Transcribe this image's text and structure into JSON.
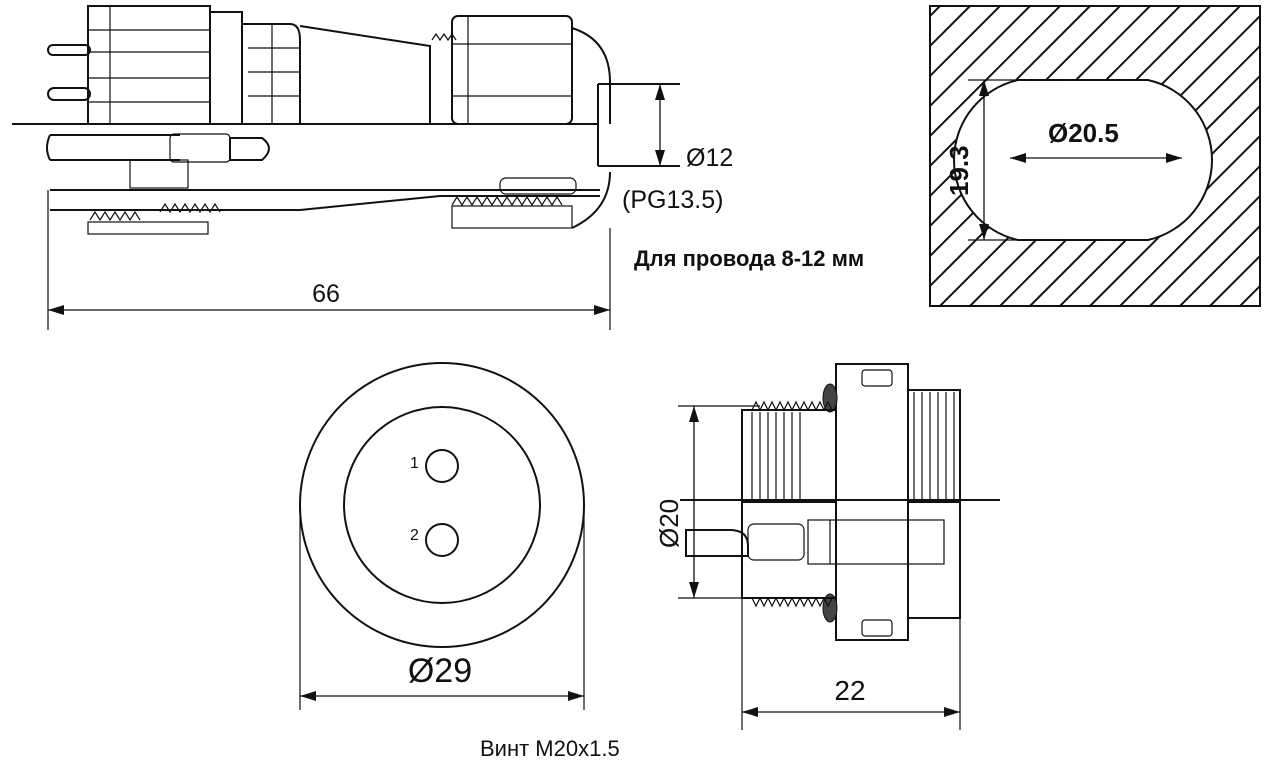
{
  "side_view": {
    "length_label": "66",
    "cable_diameter_label": "Ø12",
    "gland_label": "(PG13.5)"
  },
  "wire_note": "Для провода 8-12 мм",
  "cutout": {
    "diameter_label": "Ø20.5",
    "flat_label": "19.3"
  },
  "front_view": {
    "diameter_label": "Ø29",
    "pins": [
      "1",
      "2"
    ]
  },
  "socket_view": {
    "thread_diameter_label": "Ø20",
    "length_label": "22"
  },
  "thread_note": "Винт M20x1.5"
}
